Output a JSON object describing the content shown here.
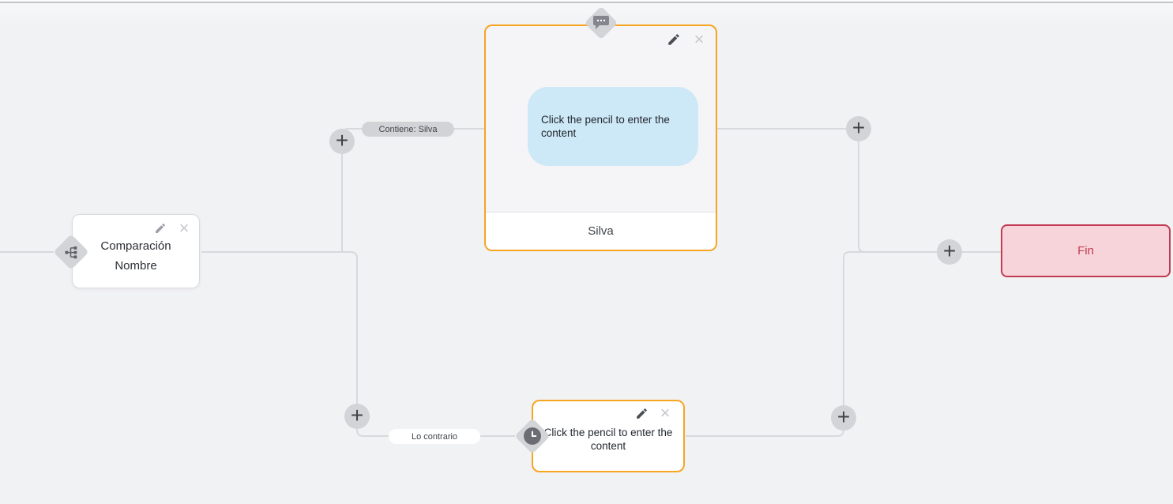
{
  "canvas": {
    "background": "#f1f2f4",
    "connector_color": "#d8d9dc"
  },
  "condition_node": {
    "title_line1": "Comparación",
    "title_line2": "Nombre"
  },
  "message_node": {
    "bubble_text": "Click the pencil to enter the content",
    "footer_label": "Silva"
  },
  "delay_node": {
    "body_text": "Click the pencil to enter the content"
  },
  "end_node": {
    "label": "Fin"
  },
  "edge_labels": {
    "match": "Contiene: Silva",
    "no_match": "Lo contrario"
  },
  "glyphs": {
    "close": "×",
    "add": "+"
  },
  "colors": {
    "accent_orange": "#f7a523",
    "bubble_blue": "#cde8f6",
    "end_border_red": "#c23b52",
    "end_bg_pink": "#f6d4da",
    "node_body_gray": "#f5f5f7"
  }
}
